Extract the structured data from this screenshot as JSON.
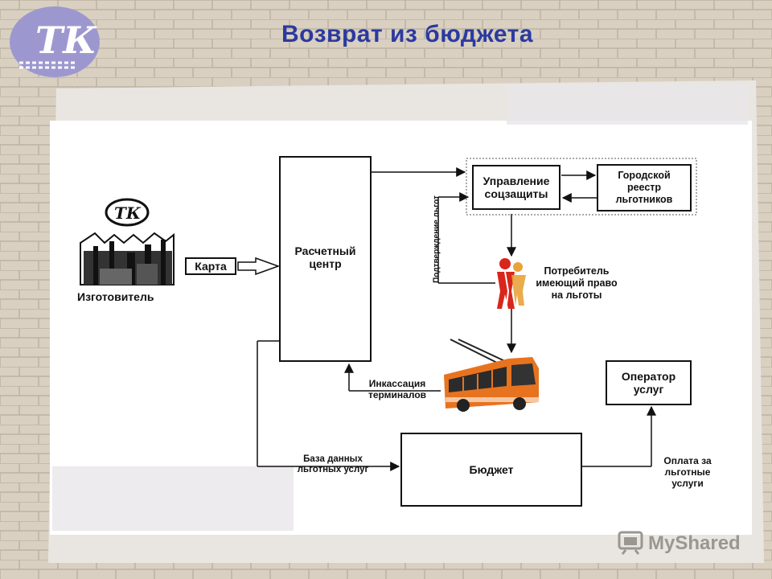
{
  "slide": {
    "title": "Возврат из бюджета",
    "logo": {
      "text": "TK",
      "icon": "tk-logo"
    }
  },
  "diagram": {
    "manufacturer_label": "Изготовитель",
    "card_label": "Карта",
    "settlement_center": "Расчетный центр",
    "social_dept": "Управление соцзащиты",
    "city_registry": "Городской реестр льготников",
    "consumer": "Потребитель имеющий право на льготы",
    "benefit_confirmation": "Подтверждение льгот",
    "cash_collection": "Инкассация терминалов",
    "operator": "Оператор услуг",
    "budget": "Бюджет",
    "services_db": "База данных льготных услуг",
    "payment": "Оплата за льготные услуги"
  },
  "watermark": {
    "text": "MyShared",
    "icon": "mysh-icon"
  },
  "colors": {
    "title": "#2b3aa0",
    "bus_orange": "#e8731f",
    "accent_red": "#d8261c"
  }
}
